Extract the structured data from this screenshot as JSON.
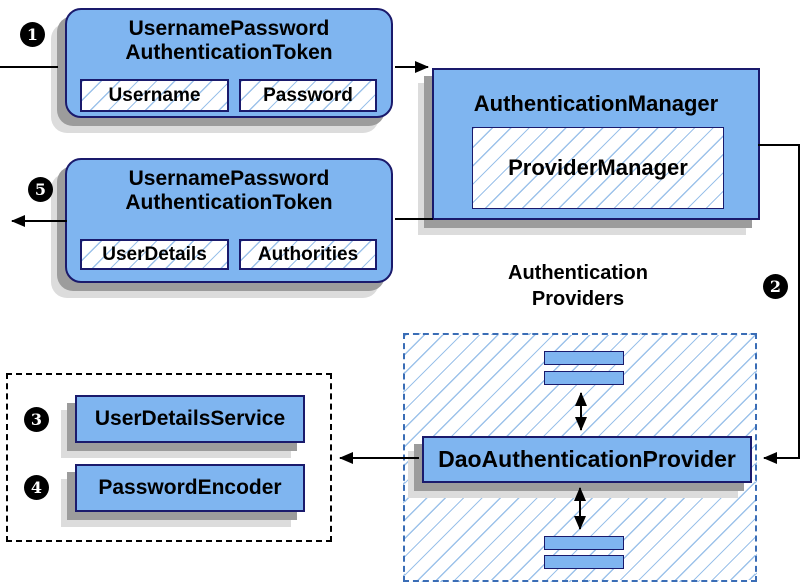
{
  "colors": {
    "node_fill": "#7fb5f0",
    "node_border": "#1a1a6c",
    "shadow": "#9c9c9c",
    "hatch_line": "#9cc2ea",
    "providers_group_border": "#3a6db6",
    "services_group_border": "#000000",
    "connector": "#000000",
    "badge_fill": "#000000",
    "badge_text": "#ffffff"
  },
  "steps": {
    "one": "1",
    "two": "2",
    "three": "3",
    "four": "4",
    "five": "5"
  },
  "request_token": {
    "title_line1": "UsernamePassword",
    "title_line2": "AuthenticationToken",
    "field1": "Username",
    "field2": "Password"
  },
  "authentication_manager": {
    "title": "AuthenticationManager",
    "inner_box": "ProviderManager"
  },
  "response_token": {
    "title_line1": "UsernamePassword",
    "title_line2": "AuthenticationToken",
    "field1": "UserDetails",
    "field2": "Authorities"
  },
  "providers": {
    "label_line1": "Authentication",
    "label_line2": "Providers",
    "main_provider": "DaoAuthenticationProvider"
  },
  "services": {
    "user_details_service": "UserDetailsService",
    "password_encoder": "PasswordEncoder"
  }
}
